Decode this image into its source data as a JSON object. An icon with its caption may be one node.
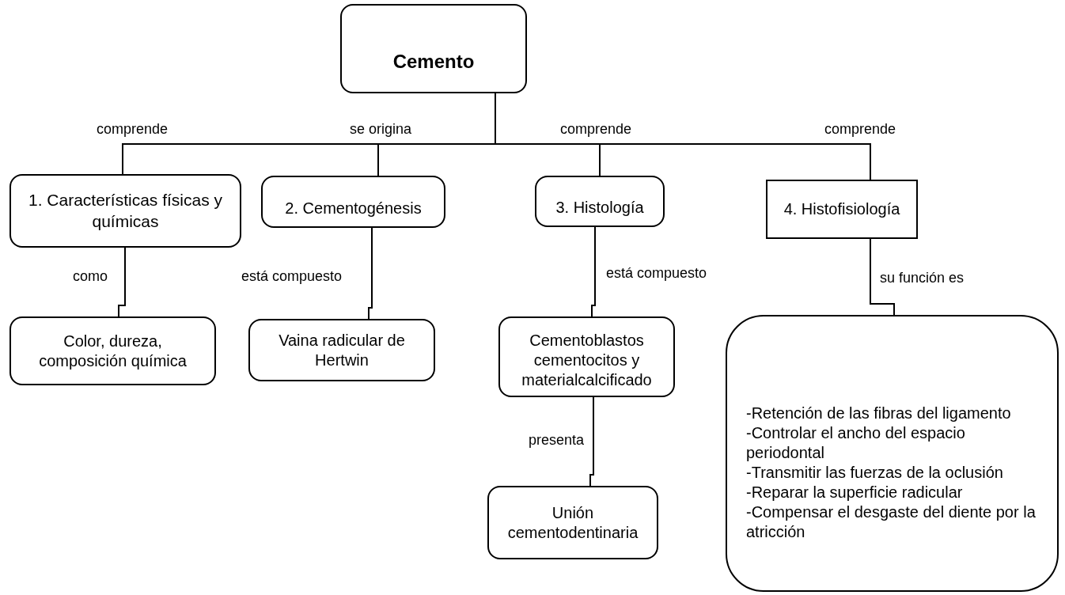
{
  "diagram": {
    "nodes": [
      {
        "text": [
          "Cemento"
        ]
      },
      {
        "text": [
          "1. Características físicas y químicas"
        ]
      },
      {
        "text": [
          "2. Cementogénesis"
        ]
      },
      {
        "text": [
          "3. Histología"
        ]
      },
      {
        "text": [
          "4. Histofisiología"
        ]
      },
      {
        "text": [
          "Color, dureza, composición química"
        ]
      },
      {
        "text": [
          "Vaina radicular de Hertwin"
        ]
      },
      {
        "text": [
          "Cementoblastos cementocitos y materialcalcificado"
        ]
      },
      {
        "text": [
          "Unión cementodentinaria"
        ]
      },
      {
        "text": [
          "-Retención de las fibras del ligamento",
          "-Controlar el ancho del espacio periodontal",
          "-Transmitir las fuerzas de la oclusión",
          "-Reparar la superficie radicular",
          "-Compensar el desgaste del diente por la atricción"
        ]
      }
    ],
    "edges": [
      {
        "from": 0,
        "to": 1,
        "arrow": "none",
        "label": "comprende"
      },
      {
        "from": 0,
        "to": 2,
        "arrow": "none",
        "label": "se origina"
      },
      {
        "from": 0,
        "to": 3,
        "arrow": "none",
        "label": "comprende"
      },
      {
        "from": 0,
        "to": 4,
        "arrow": "none",
        "label": "comprende"
      },
      {
        "from": 1,
        "to": 5,
        "arrow": "none",
        "label": "como"
      },
      {
        "from": 2,
        "to": 6,
        "arrow": "none",
        "label": "está compuesto"
      },
      {
        "from": 3,
        "to": 7,
        "arrow": "none",
        "label": "está compuesto"
      },
      {
        "from": 7,
        "to": 8,
        "arrow": "none",
        "label": "presenta"
      },
      {
        "from": 4,
        "to": 9,
        "arrow": "none",
        "label": "su función es"
      }
    ]
  }
}
